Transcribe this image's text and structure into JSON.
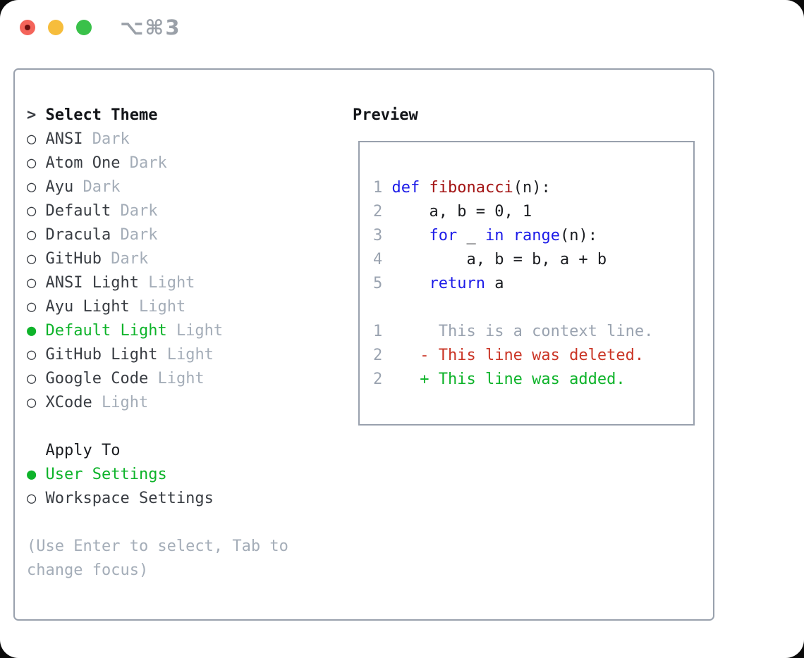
{
  "titlebar": {
    "title": "⌥⌘3"
  },
  "theme_list": {
    "cursor": ">",
    "title": "Select Theme",
    "marker_selected": "●",
    "marker_unselected": "○",
    "items": [
      {
        "name": "ANSI",
        "tag": "Dark",
        "selected": false
      },
      {
        "name": "Atom One",
        "tag": "Dark",
        "selected": false
      },
      {
        "name": "Ayu",
        "tag": "Dark",
        "selected": false
      },
      {
        "name": "Default",
        "tag": "Dark",
        "selected": false
      },
      {
        "name": "Dracula",
        "tag": "Dark",
        "selected": false
      },
      {
        "name": "GitHub",
        "tag": "Dark",
        "selected": false
      },
      {
        "name": "ANSI Light",
        "tag": "Light",
        "selected": false
      },
      {
        "name": "Ayu Light",
        "tag": "Light",
        "selected": false
      },
      {
        "name": "Default Light",
        "tag": "Light",
        "selected": true
      },
      {
        "name": "GitHub Light",
        "tag": "Light",
        "selected": false
      },
      {
        "name": "Google Code",
        "tag": "Light",
        "selected": false
      },
      {
        "name": "XCode",
        "tag": "Light",
        "selected": false
      }
    ]
  },
  "apply_to": {
    "title": "Apply To",
    "items": [
      {
        "name": "User Settings",
        "selected": true
      },
      {
        "name": "Workspace Settings",
        "selected": false
      }
    ]
  },
  "hint": {
    "lines": [
      "(Use Enter to select, Tab to",
      "change focus)"
    ]
  },
  "preview": {
    "title": "Preview",
    "lines": [
      {
        "ln": "1",
        "tokens": [
          {
            "t": "def",
            "c": "kw"
          },
          {
            "t": " ",
            "c": "pl"
          },
          {
            "t": "fibonacci",
            "c": "fn"
          },
          {
            "t": "(n):",
            "c": "pl"
          }
        ]
      },
      {
        "ln": "2",
        "tokens": [
          {
            "t": "    a, b = 0, 1",
            "c": "pl"
          }
        ]
      },
      {
        "ln": "3",
        "tokens": [
          {
            "t": "    ",
            "c": "pl"
          },
          {
            "t": "for",
            "c": "kw"
          },
          {
            "t": " _ ",
            "c": "pl"
          },
          {
            "t": "in",
            "c": "kw"
          },
          {
            "t": " ",
            "c": "pl"
          },
          {
            "t": "range",
            "c": "kw"
          },
          {
            "t": "(n):",
            "c": "pl"
          }
        ]
      },
      {
        "ln": "4",
        "tokens": [
          {
            "t": "        a, b = b, a + b",
            "c": "pl"
          }
        ]
      },
      {
        "ln": "5",
        "tokens": [
          {
            "t": "    ",
            "c": "pl"
          },
          {
            "t": "return",
            "c": "kw"
          },
          {
            "t": " a",
            "c": "pl"
          }
        ]
      },
      {
        "ln": "",
        "tokens": []
      },
      {
        "ln": "1",
        "tokens": [
          {
            "t": "     This is a context line.",
            "c": "ctx"
          }
        ]
      },
      {
        "ln": "2",
        "tokens": [
          {
            "t": "   - This line was deleted.",
            "c": "del"
          }
        ]
      },
      {
        "ln": "2",
        "tokens": [
          {
            "t": "   + This line was added.",
            "c": "add"
          }
        ]
      }
    ]
  },
  "colors": {
    "accent_green": "#0eb32a",
    "deleted_red": "#ca3526",
    "keyword_blue": "#1d1ce8",
    "function_red": "#a31414",
    "muted_gray": "#a4adb8",
    "line_number_gray": "#9aa3b0",
    "text_dark": "#383c42",
    "border_gray": "#99a1ad",
    "title_gray": "#9aa0a8",
    "traffic_red": "#f4645a",
    "traffic_red_core": "#6b0f0f",
    "traffic_yellow": "#f6bd3c",
    "traffic_green": "#3ac14a"
  }
}
